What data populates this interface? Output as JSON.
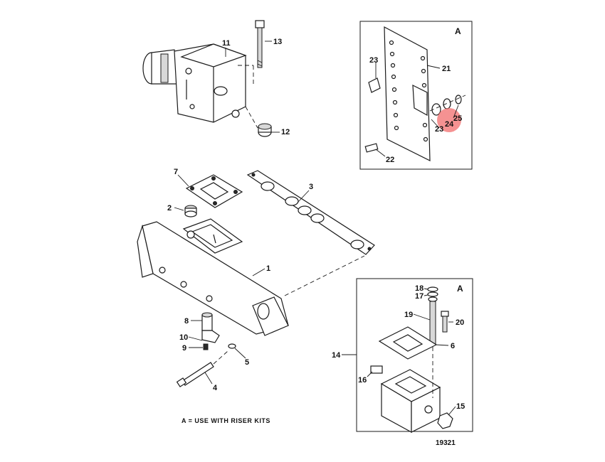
{
  "callouts": {
    "c1": "1",
    "c2": "2",
    "c3": "3",
    "c4": "4",
    "c5": "5",
    "c6": "6",
    "c7": "7",
    "c8": "8",
    "c9": "9",
    "c10": "10",
    "c11": "11",
    "c12": "12",
    "c13": "13",
    "c14": "14",
    "c15": "15",
    "c16": "16",
    "c17": "17",
    "c18": "18",
    "c19": "19",
    "c20": "20",
    "c21": "21",
    "c22": "22",
    "c23a": "23",
    "c23b": "23",
    "c24": "24",
    "c25": "25"
  },
  "inset_top": {
    "label": "A"
  },
  "inset_bottom": {
    "label": "A"
  },
  "highlight": {
    "callout": "24",
    "color": "#f26d6d"
  },
  "legend_note": "A = USE WITH RISER KITS",
  "figure_number": "19321"
}
